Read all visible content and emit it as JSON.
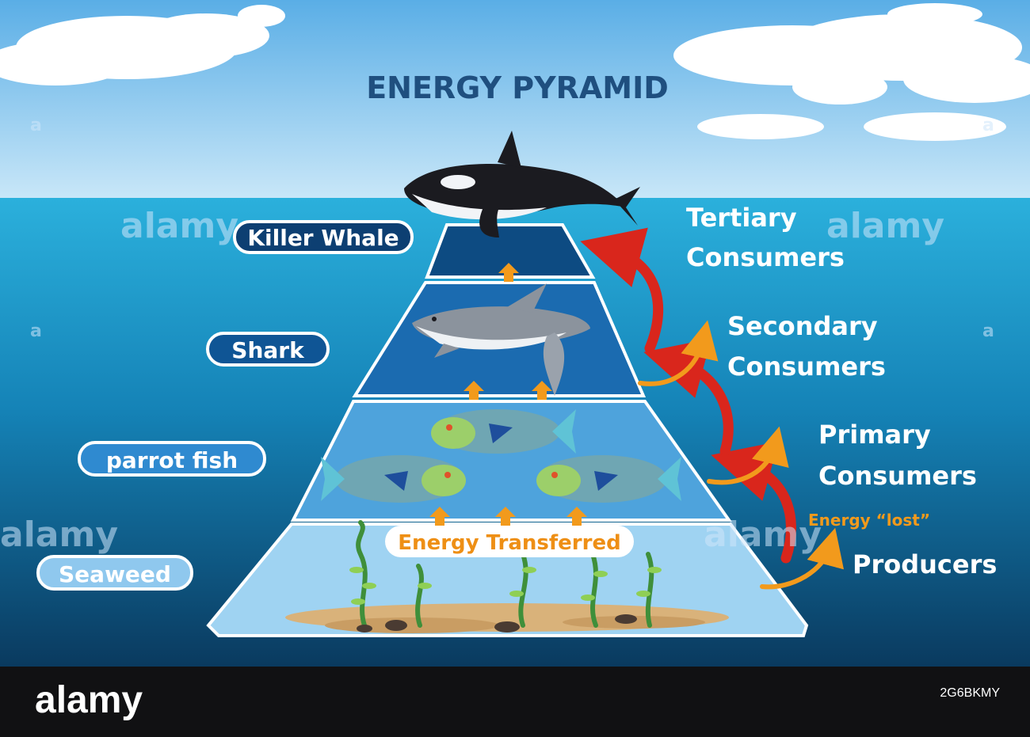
{
  "title": "ENERGY PYRAMID",
  "organisms": {
    "tertiary": "Killer Whale",
    "secondary": "Shark",
    "primary": "parrot fish",
    "producer": "Seaweed"
  },
  "levels": {
    "tertiary_line1": "Tertiary",
    "tertiary_line2": "Consumers",
    "secondary_line1": "Secondary",
    "secondary_line2": "Consumers",
    "primary_line1": "Primary",
    "primary_line2": "Consumers",
    "producers": "Producers"
  },
  "energy_transferred": "Energy Transferred",
  "energy_lost": "Energy “lost”",
  "watermarks": {
    "mark": "alamy",
    "corner": "a"
  },
  "footer": {
    "logo": "alamy",
    "image_id": "2G6BKMY"
  },
  "colors": {
    "sky": "#6fb8ea",
    "ocean": "#1e9fd0",
    "deep": "#0b3a5d",
    "title": "#1f4f7f",
    "arrow_orange": "#f29a1c",
    "arrow_red": "#d9261c",
    "tier_top": "#0d4b82",
    "tier_mid": "#1b6bb0",
    "tier_low": "#4ea3dc",
    "tier_base": "#9fd3f2"
  }
}
